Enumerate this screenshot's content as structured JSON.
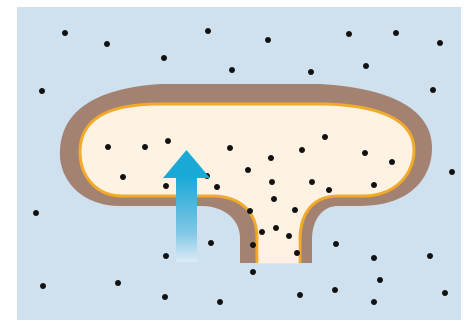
{
  "diagram": {
    "colors": {
      "background_panel": "#cfe0ee",
      "cell_wall": "#a48272",
      "membrane_outline": "#f2aa2c",
      "cell_interior": "#fef2e3",
      "particle": "#111111",
      "arrow_top": "#1aa8d6",
      "arrow_bottom": "#dcecf6"
    },
    "arrow_direction": "up",
    "outside_particle_count": 32,
    "inside_particle_count": 24
  }
}
